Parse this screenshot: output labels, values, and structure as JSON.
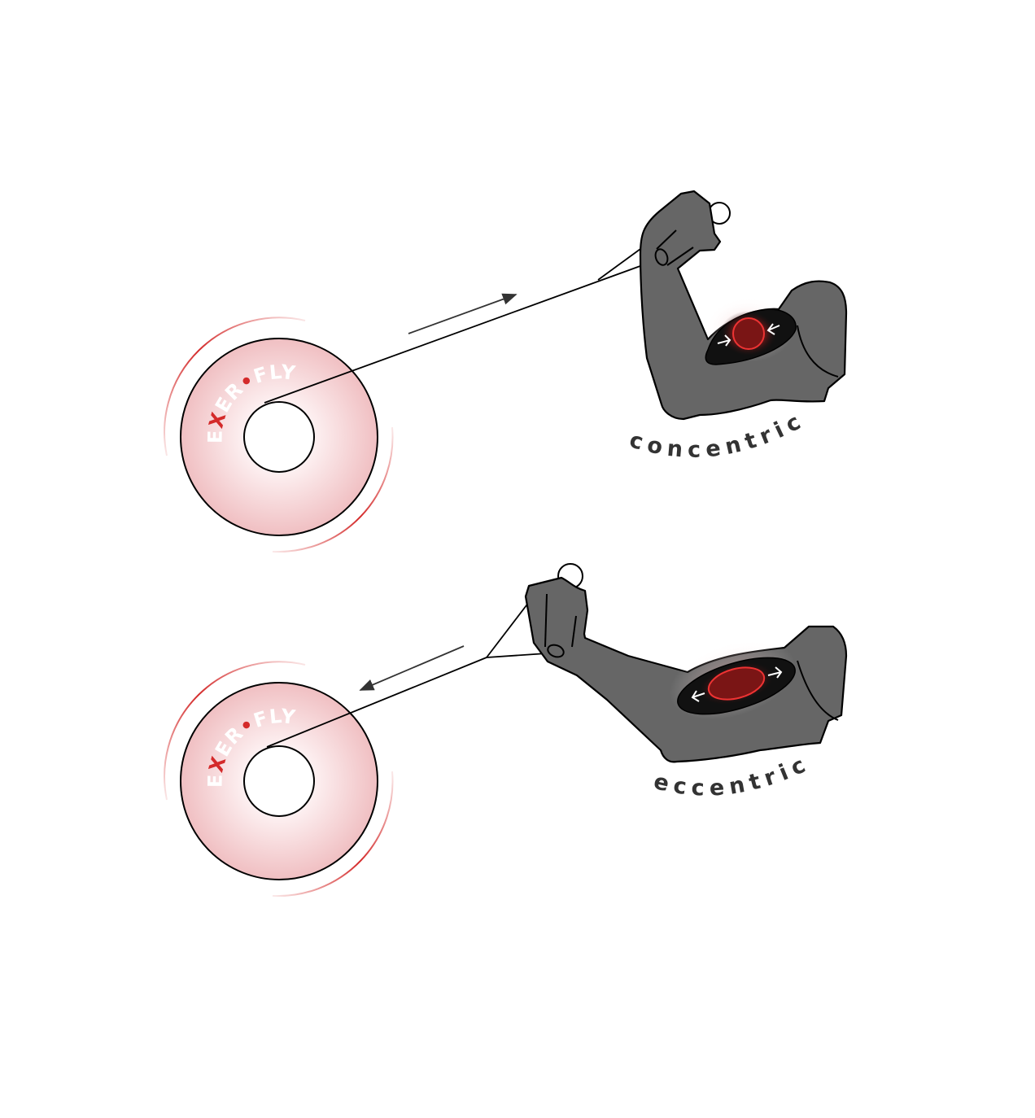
{
  "diagram": {
    "title": "Concentric vs eccentric flywheel muscle contraction",
    "labels": {
      "concentric": "concentric",
      "eccentric": "eccentric"
    },
    "logo": {
      "part1": "E",
      "part2": "X",
      "part3": "ER",
      "part4": "•",
      "part5": "FLY"
    },
    "colors": {
      "flywheel": "#f2c4c6",
      "accent": "#d42a2a",
      "arm": "#666666",
      "muscle": "#111111",
      "muscle_core": "#7a1515"
    }
  }
}
